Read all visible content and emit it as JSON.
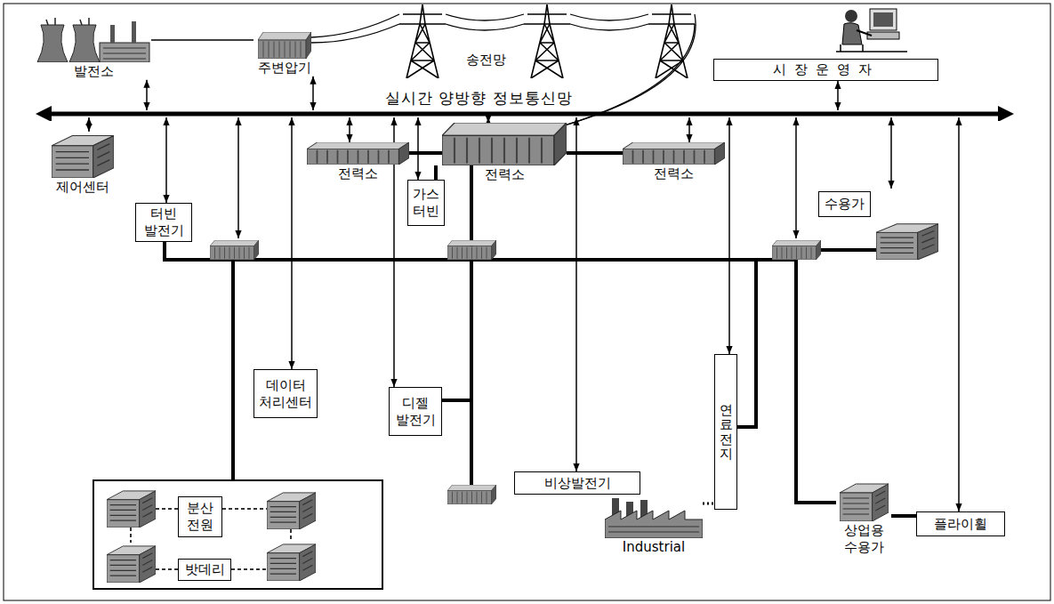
{
  "diagram": {
    "nodes": [
      {
        "text": [
          "발전소"
        ]
      },
      {
        "text": [
          "주변압기"
        ]
      },
      {
        "text": [
          "시장운영자"
        ]
      },
      {
        "text": [
          "실시간 양방향 정보통신망"
        ]
      },
      {
        "text": [
          "제어센터"
        ]
      },
      {
        "text": [
          "전력소"
        ]
      },
      {
        "text": [
          "전력소"
        ]
      },
      {
        "text": [
          "전력소"
        ]
      },
      {
        "text": [
          "가스 터빈"
        ]
      },
      {
        "text": [
          "수용가"
        ]
      },
      {
        "text": [
          "터빈 발전기"
        ]
      },
      {
        "text": [
          "데이터 처리센터"
        ]
      },
      {
        "text": [
          "디젤 발전기"
        ]
      },
      {
        "text": [
          "연료전지"
        ]
      },
      {
        "text": [
          "비상발전기"
        ]
      },
      {
        "text": [
          "분산 전원"
        ]
      },
      {
        "text": [
          "Industrial"
        ]
      },
      {
        "text": [
          "상업용 수용가"
        ]
      },
      {
        "text": [
          "플라이휠"
        ]
      },
      {
        "text": [
          "밧데리"
        ]
      }
    ],
    "edges": [
      {
        "from": 3,
        "to": 0,
        "arrow": "both"
      },
      {
        "from": 3,
        "to": 1,
        "arrow": "both"
      },
      {
        "from": 3,
        "to": 2,
        "arrow": "both"
      },
      {
        "from": 3,
        "to": 4,
        "arrow": "both"
      },
      {
        "from": 3,
        "to": 5,
        "arrow": "both"
      },
      {
        "from": 3,
        "to": 8,
        "arrow": "both"
      },
      {
        "from": 3,
        "to": 6,
        "arrow": "both"
      },
      {
        "from": 3,
        "to": 7,
        "arrow": "both"
      },
      {
        "from": 3,
        "to": 9,
        "arrow": "both"
      },
      {
        "from": 3,
        "to": 10,
        "arrow": "both"
      },
      {
        "from": 3,
        "to": 11,
        "arrow": "both"
      },
      {
        "from": 3,
        "to": 12,
        "arrow": "both"
      },
      {
        "from": 3,
        "to": 14,
        "arrow": "both"
      },
      {
        "from": 3,
        "to": 13,
        "arrow": "both"
      },
      {
        "from": 3,
        "to": 18,
        "arrow": "both"
      },
      {
        "from": 0,
        "to": 1,
        "arrow": "none"
      },
      {
        "from": 5,
        "to": 6,
        "arrow": "none"
      },
      {
        "from": 6,
        "to": 7,
        "arrow": "none"
      },
      {
        "from": 16,
        "to": 13,
        "arrow": "none"
      },
      {
        "from": 17,
        "to": 18,
        "arrow": "none"
      }
    ],
    "labels": [
      "송전망"
    ]
  }
}
